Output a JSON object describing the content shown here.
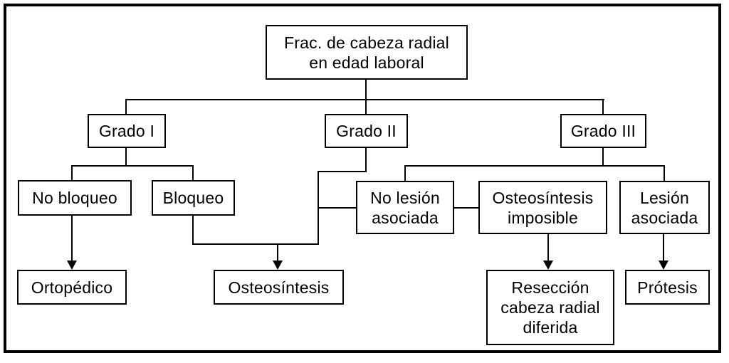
{
  "figure": {
    "type": "flowchart",
    "language": "es",
    "background_color": "#ffffff",
    "line_color": "#000000",
    "box_fill_color": "#ffffff"
  },
  "nodes": {
    "root": "Frac. de cabeza radial\nen edad laboral",
    "grado_i": "Grado I",
    "grado_ii": "Grado II",
    "grado_iii": "Grado III",
    "no_bloqueo": "No bloqueo",
    "bloqueo": "Bloqueo",
    "no_lesion_asociada": "No lesión\nasociada",
    "osteosintesis_imposible": "Osteosíntesis\nimposible",
    "lesion_asociada": "Lesión\nasociada",
    "ortopedico": "Ortopédico",
    "osteosintesis": "Osteosíntesis",
    "reseccion": "Resección\ncabeza radial\ndiferida",
    "protesis": "Prótesis"
  },
  "edges": [
    {
      "from": "root",
      "to": "grado_i"
    },
    {
      "from": "root",
      "to": "grado_ii"
    },
    {
      "from": "root",
      "to": "grado_iii"
    },
    {
      "from": "grado_i",
      "to": "no_bloqueo"
    },
    {
      "from": "grado_i",
      "to": "bloqueo"
    },
    {
      "from": "no_bloqueo",
      "to": "ortopedico",
      "arrow": true
    },
    {
      "from": "bloqueo",
      "to": "osteosintesis",
      "arrow": true
    },
    {
      "from": "grado_ii",
      "to": "osteosintesis",
      "arrow": true
    },
    {
      "from": "no_lesion_asociada",
      "to": "osteosintesis",
      "arrow": true
    },
    {
      "from": "grado_iii",
      "to": "no_lesion_asociada"
    },
    {
      "from": "no_lesion_asociada",
      "to": "osteosintesis_imposible"
    },
    {
      "from": "grado_iii",
      "to": "lesion_asociada"
    },
    {
      "from": "osteosintesis_imposible",
      "to": "reseccion",
      "arrow": true
    },
    {
      "from": "lesion_asociada",
      "to": "protesis",
      "arrow": true
    }
  ]
}
